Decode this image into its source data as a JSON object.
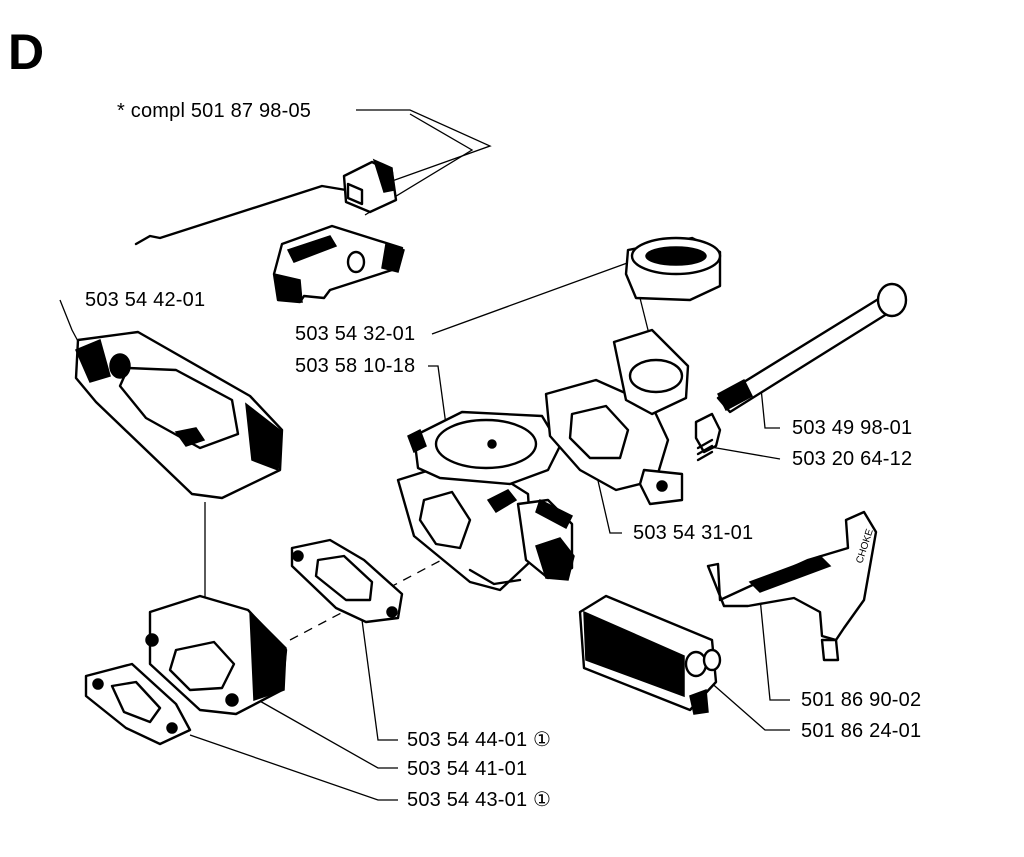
{
  "section_letter": "D",
  "labels": {
    "compl": "* compl 501 87 98-05",
    "p_542": "503 54 42-01",
    "p_5432": "503 54 32-01",
    "p_5810": "503 58 10-18",
    "p_4998": "503 49 98-01",
    "p_2064": "503 20 64-12",
    "p_5431": "503 54 31-01",
    "p_8690": "501 86 90-02",
    "p_8624": "501 86 24-01",
    "p_5444": "503 54 44-01 ①",
    "p_5441": "503 54 41-01",
    "p_5443": "503 54 43-01 ①"
  },
  "lever_text": "CHOKE"
}
